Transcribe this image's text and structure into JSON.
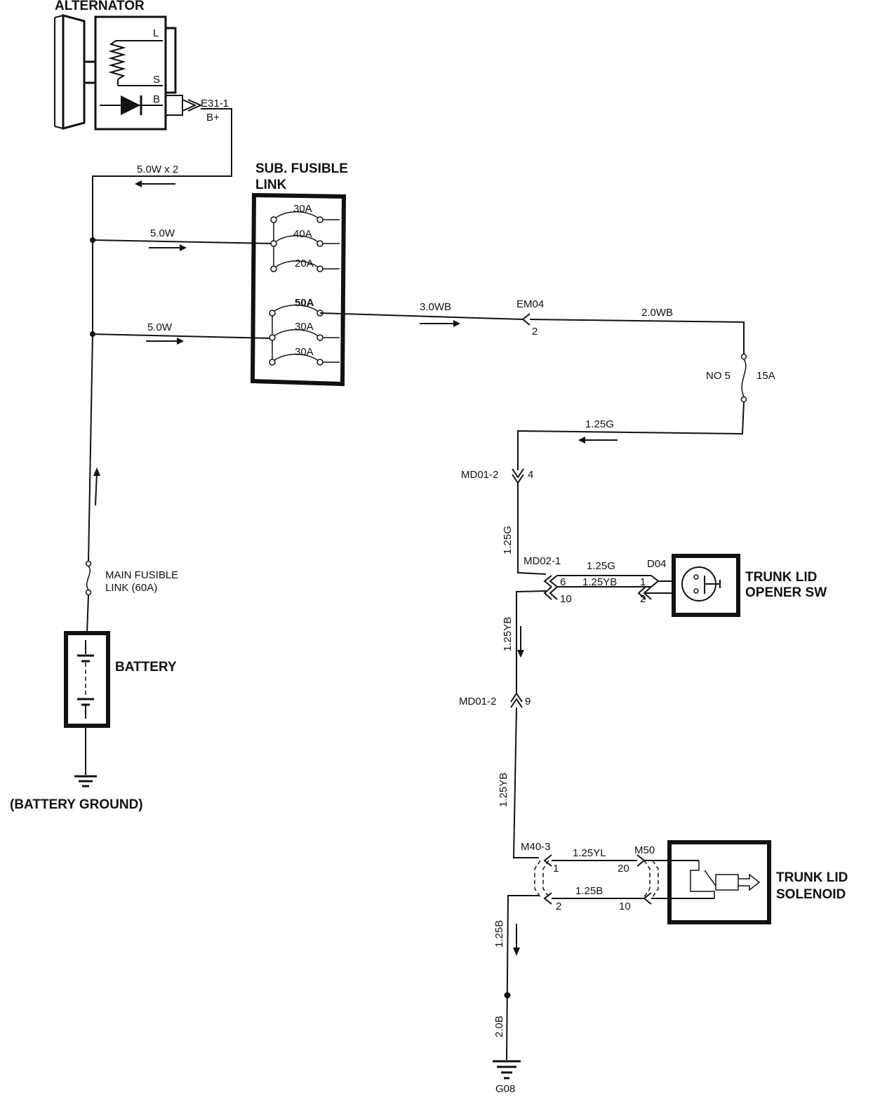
{
  "components": {
    "alternator": {
      "label": "ALTERNATOR",
      "terminals": [
        "L",
        "S",
        "B"
      ]
    },
    "sub_fusible_link": {
      "label_line1": "SUB. FUSIBLE",
      "label_line2": "LINK",
      "fuses": [
        "30A",
        "40A",
        "20A",
        "50A",
        "30A",
        "30A"
      ]
    },
    "battery": {
      "label": "BATTERY"
    },
    "main_fusible_link": {
      "label_line1": "MAIN FUSIBLE",
      "label_line2": "LINK (60A)"
    },
    "battery_ground": {
      "label": "(BATTERY GROUND)"
    },
    "fuse_no5": {
      "label": "NO 5",
      "rating": "15A"
    },
    "trunk_lid_opener_sw": {
      "label_line1": "TRUNK LID",
      "label_line2": "OPENER SW"
    },
    "trunk_lid_solenoid": {
      "label_line1": "TRUNK LID",
      "label_line2": "SOLENOID"
    },
    "ground_g08": {
      "label": "G08"
    }
  },
  "connectors": {
    "e31": {
      "id": "E31-1",
      "pin": "B+"
    },
    "em04": {
      "id": "EM04",
      "pin": "2"
    },
    "md01_a": {
      "id": "MD01-2",
      "pin": "4"
    },
    "md02": {
      "id": "MD02-1",
      "pins": [
        "6",
        "10"
      ]
    },
    "d04": {
      "id": "D04",
      "pins": [
        "1",
        "2"
      ]
    },
    "md01_b": {
      "id": "MD01-2",
      "pin": "9"
    },
    "m40": {
      "id": "M40-3",
      "pins": [
        "1",
        "2"
      ]
    },
    "m50": {
      "id": "M50",
      "pins": [
        "20",
        "10"
      ]
    }
  },
  "wires": {
    "alt_output": "5.0W x 2",
    "feed1": "5.0W",
    "feed2": "5.0W",
    "fl_to_em04": "3.0WB",
    "em04_to_fuse": "2.0WB",
    "fuse_to_md01": "1.25G",
    "md01_to_md02": "1.25G",
    "md02_d04_top": "1.25G",
    "md02_d04_bottom": "1.25YB",
    "md02_to_md01": "1.25YB",
    "md01_to_m40": "1.25YB",
    "m40_m50_top": "1.25YL",
    "m40_m50_bottom": "1.25B",
    "m40_down": "1.25B",
    "to_ground": "2.0B"
  }
}
